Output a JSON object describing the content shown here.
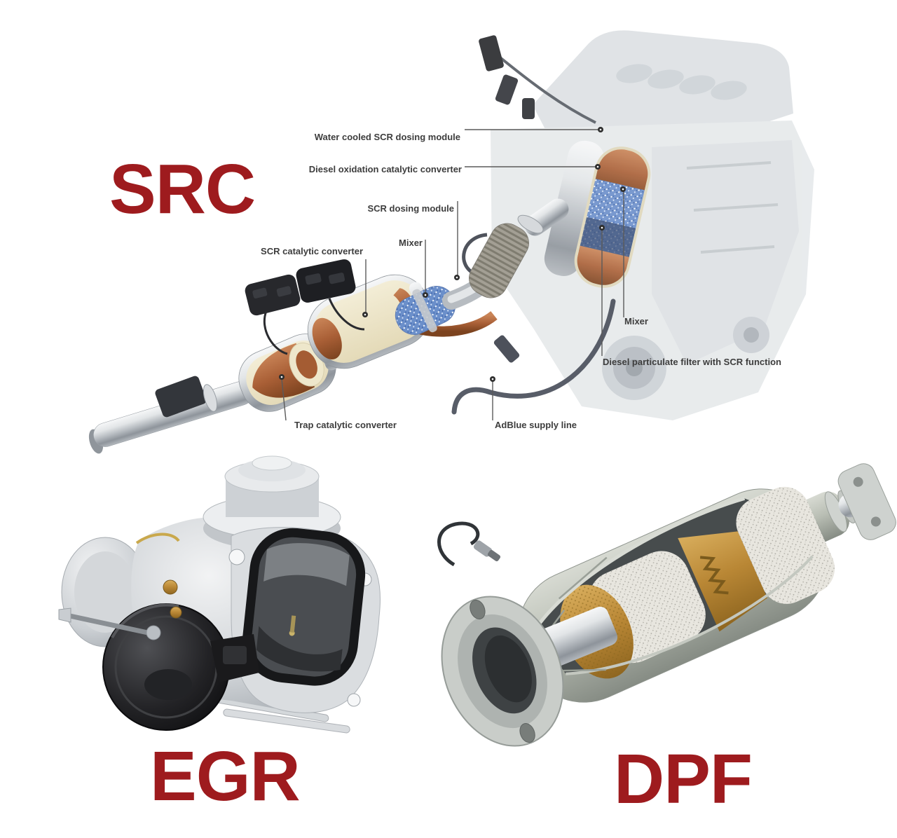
{
  "headings": {
    "color": "#9e1b1e",
    "src": {
      "text": "SRC"
    },
    "egr": {
      "text": "EGR"
    },
    "dpf": {
      "text": "DPF"
    }
  },
  "diagram": {
    "labels": [
      {
        "text": "Water cooled SCR dosing module"
      },
      {
        "text": "Diesel oxidation catalytic converter"
      },
      {
        "text": "SCR dosing module"
      },
      {
        "text": "Mixer"
      },
      {
        "text": "SCR catalytic converter"
      },
      {
        "text": "Mixer"
      },
      {
        "text": "Diesel particulate filter with SCR function"
      },
      {
        "text": "Trap catalytic converter"
      },
      {
        "text": "AdBlue supply line"
      }
    ]
  },
  "illustrations": {
    "engine": "diesel-engine-with-scr-aftertreatment",
    "exhaust": "scr-exhaust-line-cutaway",
    "egr_valve": "egr-valve",
    "dpf": "diesel-particulate-filter-cutaway"
  }
}
